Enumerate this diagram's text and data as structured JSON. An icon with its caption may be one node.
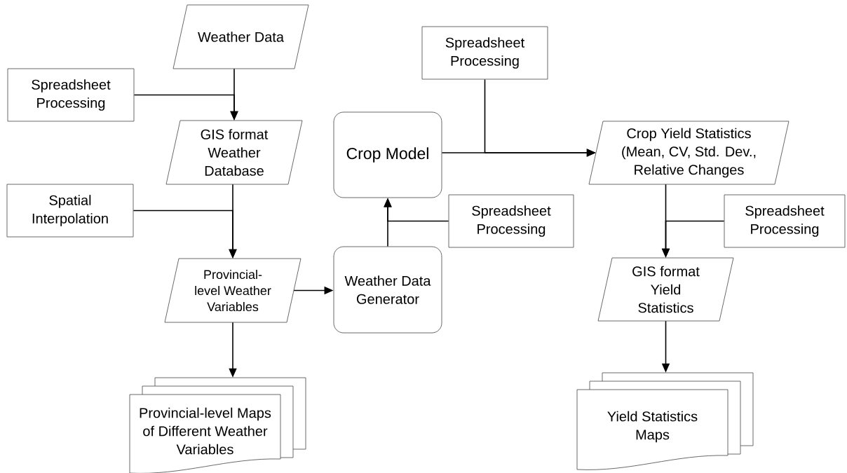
{
  "diagram": {
    "nodes": [
      {
        "text": [
          "Weather Data"
        ]
      },
      {
        "text": [
          "Spreadsheet Processing"
        ]
      },
      {
        "text": [
          "GIS format Weather Database"
        ]
      },
      {
        "text": [
          "Spatial Interpolation"
        ]
      },
      {
        "text": [
          "Provincial-level Weather Variables"
        ]
      },
      {
        "text": [
          "Provincial-level Maps of Different Weather Variables"
        ]
      },
      {
        "text": [
          "Crop Model"
        ]
      },
      {
        "text": [
          "Weather Data Generator"
        ]
      },
      {
        "text": [
          "Spreadsheet Processing"
        ]
      },
      {
        "text": [
          "Spreadsheet Processing"
        ]
      },
      {
        "text": [
          "Crop Yield Statistics (Mean, CV, Std. Dev., Relative Changes"
        ]
      },
      {
        "text": [
          "Spreadsheet Processing"
        ]
      },
      {
        "text": [
          "GIS format Yield Statistics"
        ]
      },
      {
        "text": [
          "Yield Statistics Maps"
        ]
      }
    ],
    "edges": [
      {
        "from": 0,
        "to": 2,
        "arrow": "to"
      },
      {
        "from": 1,
        "to": 2,
        "arrow": "to"
      },
      {
        "from": 2,
        "to": 4,
        "arrow": "to"
      },
      {
        "from": 3,
        "to": 4,
        "arrow": "to"
      },
      {
        "from": 4,
        "to": 5,
        "arrow": "to"
      },
      {
        "from": 4,
        "to": 7,
        "arrow": "to"
      },
      {
        "from": 7,
        "to": 6,
        "arrow": "to"
      },
      {
        "from": 9,
        "to": 6,
        "arrow": "to"
      },
      {
        "from": 6,
        "to": 10,
        "arrow": "to"
      },
      {
        "from": 8,
        "to": 10,
        "arrow": "to"
      },
      {
        "from": 10,
        "to": 12,
        "arrow": "to"
      },
      {
        "from": 11,
        "to": 12,
        "arrow": "to"
      },
      {
        "from": 12,
        "to": 13,
        "arrow": "to"
      }
    ]
  }
}
